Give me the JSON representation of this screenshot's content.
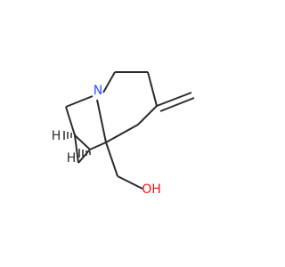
{
  "molecule": {
    "atoms": [
      {
        "id": "nitrogen",
        "label": "N",
        "color": "#3050f8"
      },
      {
        "id": "hydroxyl-oxygen",
        "label": "OH",
        "color": "#ff0d0d"
      },
      {
        "id": "stereo-h-left",
        "label": "H",
        "color": "#2b2b2b"
      },
      {
        "id": "stereo-h-right",
        "label": "H",
        "color": "#2b2b2b"
      }
    ],
    "bond_color": "#2b2b2b"
  }
}
